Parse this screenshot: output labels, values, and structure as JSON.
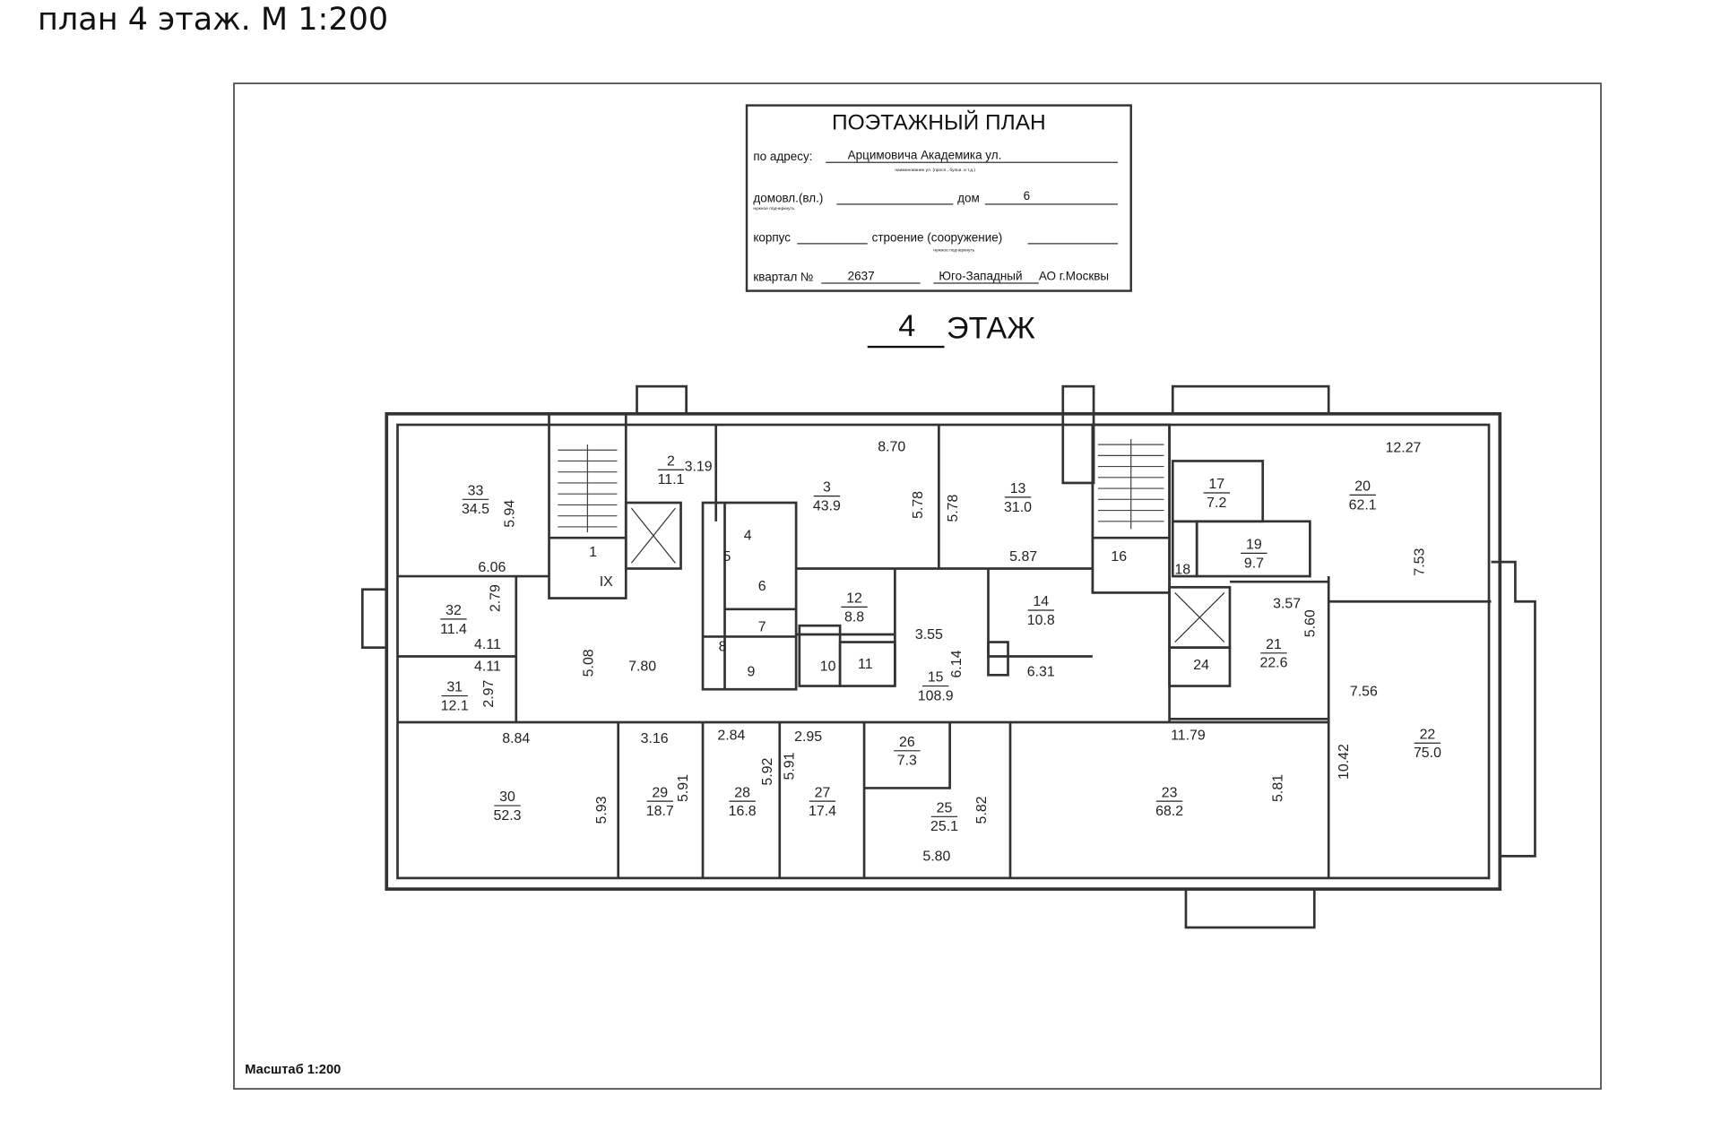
{
  "caption": "план 4 этаж. М 1:200",
  "stamp": {
    "title": "ПОЭТАЖНЫЙ ПЛАН",
    "address_label": "по адресу:",
    "address_value": "Арцимовича Академика ул.",
    "address_hint": "наименование ул. (просп., бульв. и т.д.)",
    "domovl_label": "домовл.(вл.)",
    "domovl_hint": "нужное подчеркнуть",
    "dom_label": "дом",
    "dom_value": "6",
    "korpus_label": "корпус",
    "stroenie_label": "строение (сооружение)",
    "stroenie_hint": "нужное подчеркнуть",
    "kvartal_label": "квартал №",
    "kvartal_value": "2637",
    "district_value": "Юго-Западный",
    "city_suffix": "АО г.Москвы"
  },
  "floor": {
    "number": "4",
    "label": "ЭТАЖ"
  },
  "scale_label": "Масштаб 1:200",
  "rooms": [
    {
      "n": "33",
      "a": "34.5"
    },
    {
      "n": "2",
      "a": "11.1"
    },
    {
      "n": "3",
      "a": "43.9"
    },
    {
      "n": "13",
      "a": "31.0"
    },
    {
      "n": "17",
      "a": "7.2"
    },
    {
      "n": "20",
      "a": "62.1"
    },
    {
      "n": "19",
      "a": "9.7"
    },
    {
      "n": "12",
      "a": "8.8"
    },
    {
      "n": "14",
      "a": "10.8"
    },
    {
      "n": "15",
      "a": "108.9"
    },
    {
      "n": "32",
      "a": "11.4"
    },
    {
      "n": "31",
      "a": "12.1"
    },
    {
      "n": "21",
      "a": "22.6"
    },
    {
      "n": "22",
      "a": "75.0"
    },
    {
      "n": "23",
      "a": "68.2"
    },
    {
      "n": "30",
      "a": "52.3"
    },
    {
      "n": "29",
      "a": "18.7"
    },
    {
      "n": "28",
      "a": "16.8"
    },
    {
      "n": "27",
      "a": "17.4"
    },
    {
      "n": "26",
      "a": "7.3"
    },
    {
      "n": "25",
      "a": "25.1"
    }
  ],
  "small_rooms": [
    "1",
    "IX",
    "16",
    "18",
    "11",
    "10",
    "6",
    "7",
    "4",
    "5",
    "8",
    "9",
    "24"
  ],
  "dimensions": [
    "5.94",
    "6.06",
    "3.19",
    "8.70",
    "5.78",
    "5.78",
    "5.87",
    "12.27",
    "7.53",
    "3.55",
    "6.14",
    "2.79",
    "4.11",
    "4.11",
    "2.97",
    "5.08",
    "7.80",
    "6.31",
    "3.57",
    "5.60",
    "7.56",
    "10.42",
    "11.79",
    "5.81",
    "8.84",
    "5.93",
    "3.16",
    "5.91",
    "2.84",
    "5.92",
    "2.95",
    "5.91",
    "5.80",
    "5.82"
  ]
}
